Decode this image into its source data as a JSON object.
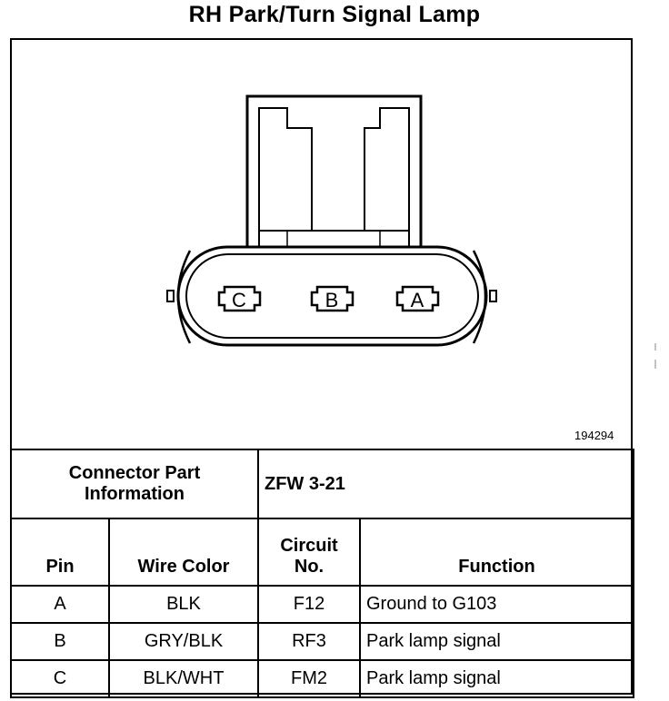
{
  "title": "RH Park/Turn Signal Lamp",
  "figure_number": "194294",
  "connector": {
    "cavity_labels": [
      "C",
      "B",
      "A"
    ]
  },
  "part_info": {
    "label_line1": "Connector Part",
    "label_line2": "Information",
    "value": "ZFW 3-21"
  },
  "table": {
    "headers": {
      "pin": "Pin",
      "wire_color": "Wire Color",
      "circuit_line1": "Circuit",
      "circuit_line2": "No.",
      "function": "Function"
    },
    "rows": [
      {
        "pin": "A",
        "wire_color": "BLK",
        "circuit": "F12",
        "function": "Ground to G103"
      },
      {
        "pin": "B",
        "wire_color": "GRY/BLK",
        "circuit": "RF3",
        "function": "Park lamp signal"
      },
      {
        "pin": "C",
        "wire_color": "BLK/WHT",
        "circuit": "FM2",
        "function": "Park lamp signal"
      }
    ]
  }
}
